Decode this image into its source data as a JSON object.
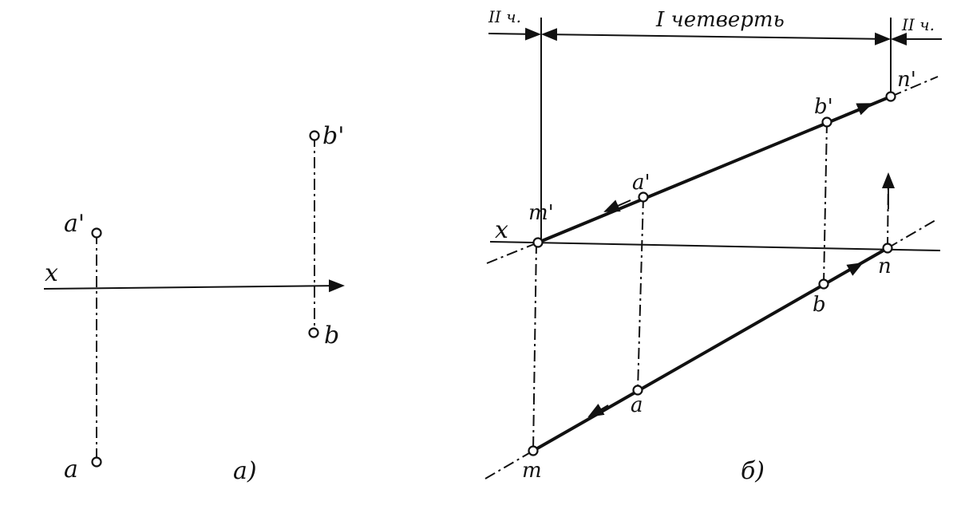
{
  "figure_a": {
    "label": "a)",
    "axis_label": "x",
    "points": {
      "a_front": "a'",
      "a_top": "a",
      "b_front": "b'",
      "b_top": "b"
    }
  },
  "figure_b": {
    "label": "б)",
    "axis_label": "x",
    "dimension": {
      "left_quarter": "II ч.",
      "middle": "I четверть",
      "right_quarter": "II ч."
    },
    "points": {
      "a_front": "a'",
      "b_front": "b'",
      "m_front": "m'",
      "n_front": "n'",
      "a_top": "a",
      "b_top": "b",
      "m_top": "m",
      "n_top": "n"
    }
  }
}
